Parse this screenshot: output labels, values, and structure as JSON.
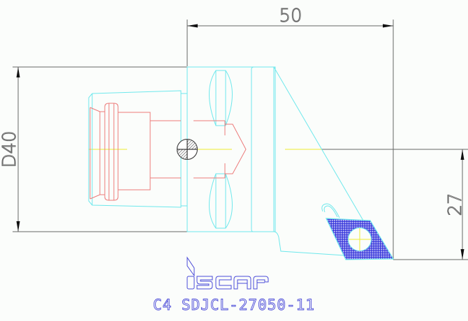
{
  "drawing": {
    "title": "Tool holder technical drawing",
    "colors": {
      "background": "#fbfdfb",
      "dimension": "#666666",
      "outline": "#6ee8ec",
      "hidden_detail": "#ec7a7a",
      "centerline": "#ecec30",
      "insert_hatch": "#2a2ad8",
      "logo": "#4a4ad8"
    },
    "dimensions": {
      "length": {
        "label": "50",
        "orientation": "horizontal"
      },
      "diameter": {
        "label": "D40",
        "orientation": "vertical"
      },
      "offset": {
        "label": "27",
        "orientation": "vertical"
      }
    },
    "symbols": {
      "center_of_gravity": "centroid-symbol",
      "insert": "rhombic-insert-55deg"
    }
  },
  "brand": {
    "logo_text": "iscar",
    "logo_icon": "iscar-logo"
  },
  "caption": {
    "part_number": "C4 SDJCL-27050-11"
  }
}
